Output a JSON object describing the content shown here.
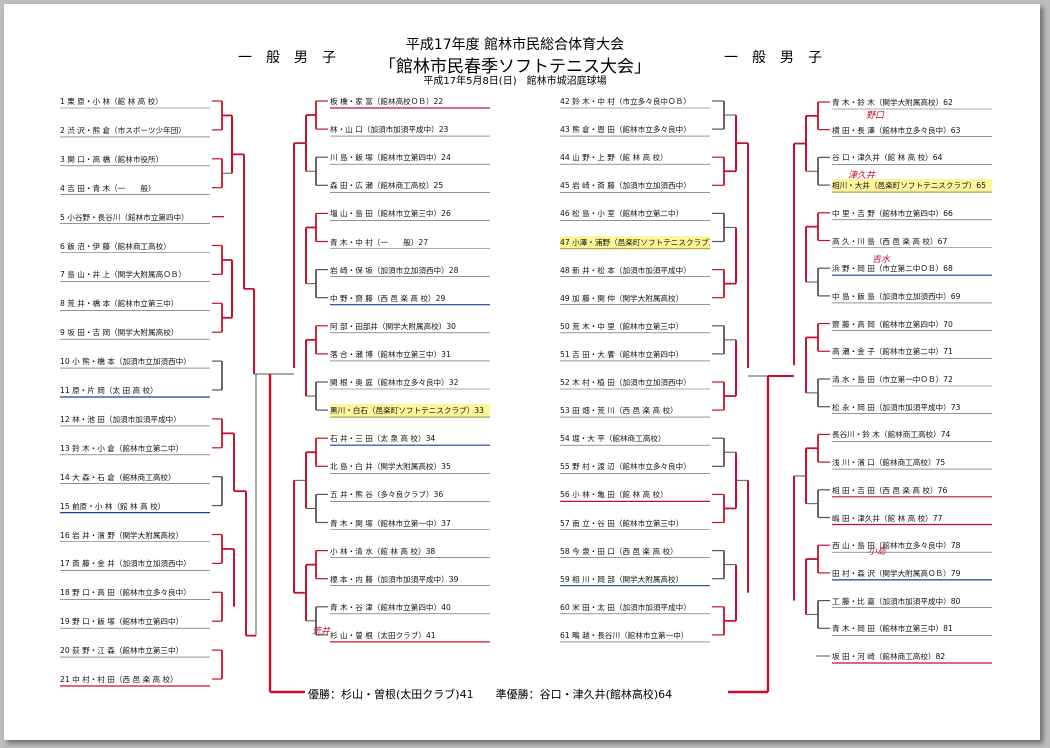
{
  "header": {
    "title_line1": "平成17年度 館林市民総合体育大会",
    "title_line2": "「館林市民春季ソフトテニス大会」",
    "title_line3": "平成17年5月8日(日)　館林市城沼庭球場",
    "division_left": "一般男子",
    "division_right": "一般男子"
  },
  "entries_col1": [
    "1 栗 原・小 林（館 林 高 校）",
    "2 渋 沢・熊 倉（市スポーツ少年団）",
    "3 関 口・高 橋（館林市役所）",
    "4 吉 田・青 木（一　　般）",
    "5 小谷野・長谷川（館林市立第四中）",
    "6 飯 沼・伊 藤（館林商工高校）",
    "7 島 山・井 上（関学大附属高ＯＢ）",
    "8 荒 井・橋 本（館林市立第三中）",
    "9 坂 田・吉 岡（関学大附属高校）",
    "10 小 熊・橋 本（加須市立加須西中）",
    "11 原・片 岡（太 田 高 校）",
    "12 林・池 田（加須市加須平成中）",
    "13 鈴 木・小 倉（館林市立第二中）",
    "14 大 森・石 倉（館林商工高校）",
    "15 前原・小 林（館 林 高 校）",
    "16 岩 井・濱 野（関学大附属高校）",
    "17 斎 藤・金 井（加須市立加須西中）",
    "18 野 口・高 田（館林市立多々良中）",
    "19 野 口・飯 塚（館林市立第四中）",
    "20 荻 野・江 森（館林市立第三中）",
    "21 中 村・村 田（西 邑 楽 高 校）"
  ],
  "entries_col2": [
    "板 橋・家 富（館林高校ＯＢ）22",
    "林・山 口（加須市加須平成中）23",
    "川 島・飯 塚（館林市立第四中）24",
    "森 田・広 瀬（館林商工高校）25",
    "増 山・島 田（館林市立第三中）26",
    "青 木・中 村（一　　般）27",
    "岩 崎・保 坂（加須市立加須西中）28",
    "中 野・齋 藤（西 邑 楽 高 校）29",
    "阿 部・田部井（関学大附属高校）30",
    "落 合・瀬 博（館林市立第三中）31",
    "関 根・奥 庭（館林市立多々良中）32",
    "黒川・白石（邑楽町ソフトテニスクラブ）33",
    "石 井・三 田（太 泉 高 校）34",
    "北 島・白 井（関学大附属高校）35",
    "五 井・熊 谷（多々良クラブ）36",
    "青 木・関 塚（館林市立第一中）37",
    "小 林・清 水（館 林 高 校）38",
    "榎 本・内 藤（加須市加須平成中）39",
    "青 木・谷 津（館林市立第四中）40",
    "杉 山・曽 根（太田クラブ）41"
  ],
  "entries_col3": [
    "42 鈴 木・中 村（市立多々良中ＯＢ）",
    "43 熊 倉・恩 田（館林市立多々良中）",
    "44 山 野・上 野（館 林 高 校）",
    "45 岩 崎・斎 藤（加須市立加須西中）",
    "46 松 島・小 室（館林市立第二中）",
    "47 小澤・浦野（邑楽町ソフトテニスクラブ）",
    "48 新 井・松 本（加須市加須平成中）",
    "49 加 藤・関 仲（関学大附属高校）",
    "50 荒 木・中 里（館林市立第三中）",
    "51 吉 田・大 饗（館林市立第四中）",
    "52 木 村・植 田（加須市立加須西中）",
    "53 田 畑・荒 川（西 邑 楽 高 校）",
    "54 堀・大 平（館林商工高校）",
    "55 野 村・渡 辺（館林市立多々良中）",
    "56 小 林・亀 田（館 林 高 校）",
    "57 南 立・谷 田（館林市立第三中）",
    "58 今 泉・田 口（西 邑 楽 高 校）",
    "59 相 川・岡 部（関学大附属高校）",
    "60 米 田・太 田（加須市加須平成中）",
    "61 鴫 越・長谷川（館林市立第一中）"
  ],
  "entries_col4": [
    "青 木・鈴 木（関学大附属高校）62",
    "横 田・長 澤（館林市立多々良中）63",
    "谷 口・津久井（館 林 高 校）64",
    "相川・大井（邑楽町ソフトテニスクラブ）65",
    "中 里・吉 野（館林市立第四中）66",
    "高 久・川 島（西 邑 楽 高 校）67",
    "浜 野・岡 田（市立第二中ＯＢ）68",
    "中 島・飯 島（加須市立加須西中）69",
    "齋 藤・高 岡（館林市立第四中）70",
    "高 瀬・金 子（館林市立第二中）71",
    "清 水・島 田（市立第一中ＯＢ）72",
    "松 永・岡 田（加須市加須平成中）73",
    "長谷川・鈴 木（館林商工高校）74",
    "浅 川・濱 口（館林商工高校）75",
    "相 田・吉 田（西 邑 楽 高 校）76",
    "嶋 田・津久井（館 林 高 校）77",
    "西 山・島 田（館林市立多々良中）78",
    "田 村・森 沢（関学大附属高ＯＢ）79",
    "工 藤・比 嘉（加須市加須平成中）80",
    "青 木・岡 田（館林市立第三中）81",
    "坂 田・河 崎（館林商工高校）82"
  ],
  "handwritten": {
    "a1": "荒井",
    "a2": "野口",
    "a3": "津久井",
    "a4": "吉水",
    "a5": "小島"
  },
  "result": {
    "winner_line": "優勝：杉山・曽根(太田クラブ)41　　準優勝：谷口・津久井(館林高校)64"
  },
  "colors": {
    "bracket": "#c8102e",
    "underline": "#1a3f9e",
    "highlight": "#fff59a"
  }
}
